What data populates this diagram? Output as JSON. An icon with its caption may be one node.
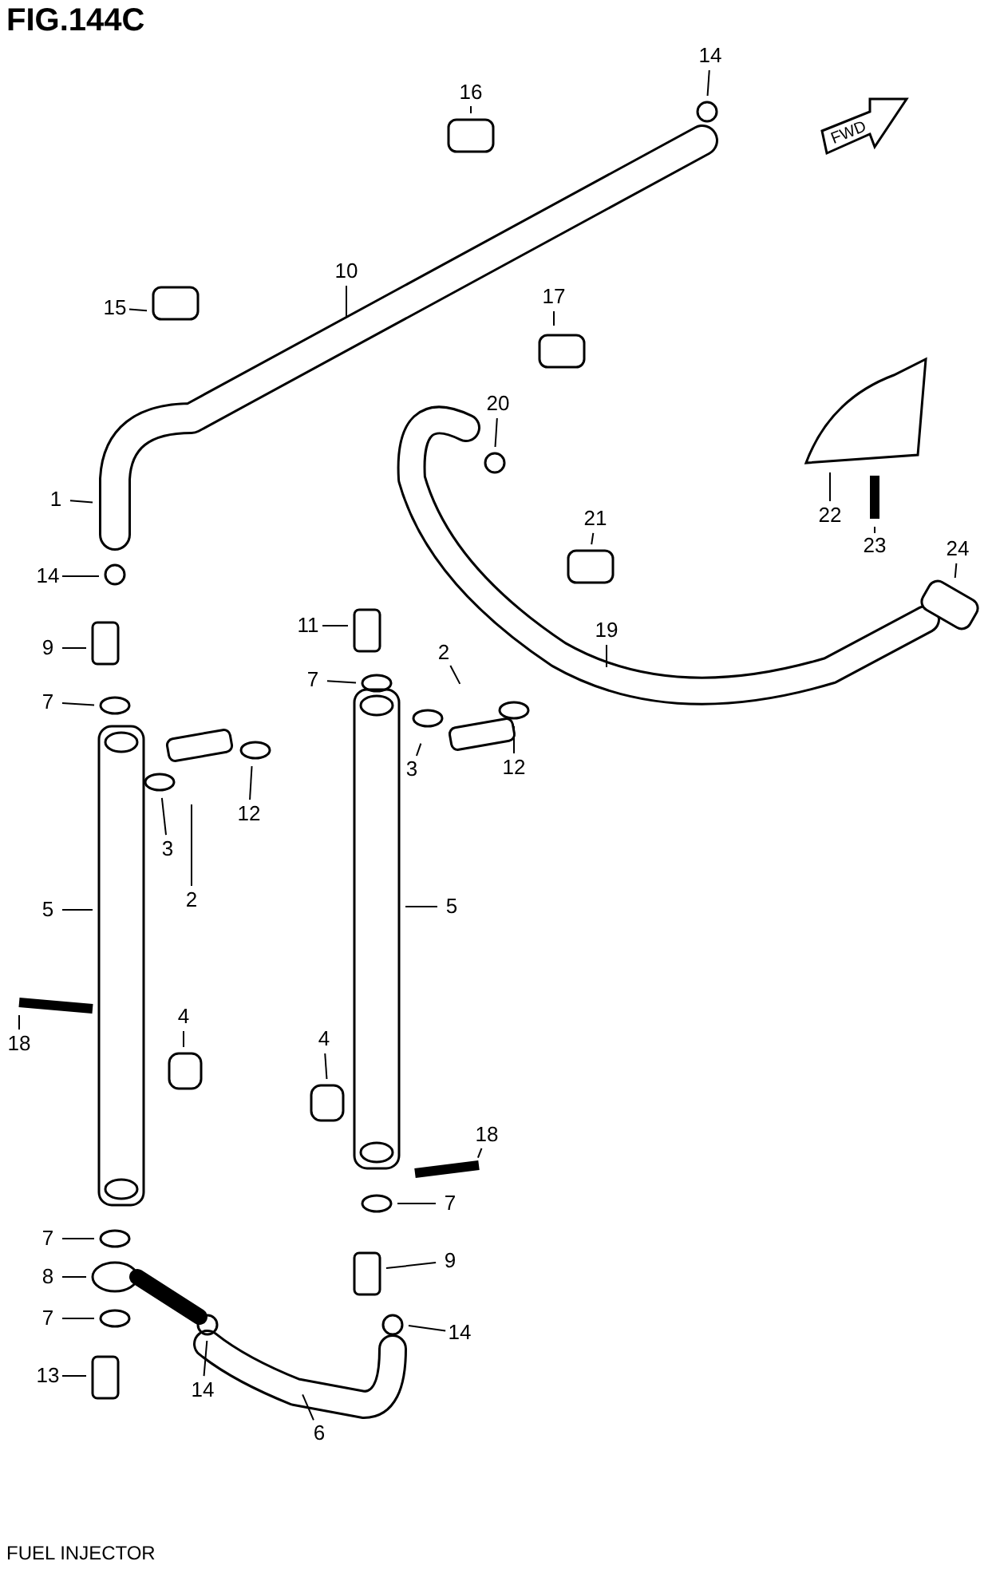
{
  "diagram": {
    "title": "FIG.144C",
    "caption": "FUEL INJECTOR",
    "nodes": [
      {
        "text": [
          "14"
        ]
      },
      {
        "text": [
          "16"
        ]
      },
      {
        "text": [
          "10"
        ]
      },
      {
        "text": [
          "15"
        ]
      },
      {
        "text": [
          "17"
        ]
      },
      {
        "text": [
          "20"
        ]
      },
      {
        "text": [
          "1"
        ]
      },
      {
        "text": [
          "22"
        ]
      },
      {
        "text": [
          "21"
        ]
      },
      {
        "text": [
          "23"
        ]
      },
      {
        "text": [
          "24"
        ]
      },
      {
        "text": [
          "14"
        ]
      },
      {
        "text": [
          "11"
        ]
      },
      {
        "text": [
          "19"
        ]
      },
      {
        "text": [
          "9"
        ]
      },
      {
        "text": [
          "2"
        ]
      },
      {
        "text": [
          "7"
        ]
      },
      {
        "text": [
          "7"
        ]
      },
      {
        "text": [
          "3"
        ]
      },
      {
        "text": [
          "12"
        ]
      },
      {
        "text": [
          "12"
        ]
      },
      {
        "text": [
          "3"
        ]
      },
      {
        "text": [
          "2"
        ]
      },
      {
        "text": [
          "5"
        ]
      },
      {
        "text": [
          "5"
        ]
      },
      {
        "text": [
          "4"
        ]
      },
      {
        "text": [
          "18"
        ]
      },
      {
        "text": [
          "4"
        ]
      },
      {
        "text": [
          "18"
        ]
      },
      {
        "text": [
          "7"
        ]
      },
      {
        "text": [
          "7"
        ]
      },
      {
        "text": [
          "9"
        ]
      },
      {
        "text": [
          "8"
        ]
      },
      {
        "text": [
          "7"
        ]
      },
      {
        "text": [
          "14"
        ]
      },
      {
        "text": [
          "13"
        ]
      },
      {
        "text": [
          "14"
        ]
      },
      {
        "text": [
          "6"
        ]
      }
    ],
    "edges": [
      {
        "from": 0,
        "to": null,
        "arrow": "none"
      },
      {
        "from": 1,
        "to": null,
        "arrow": "none"
      },
      {
        "from": 2,
        "to": null,
        "arrow": "none"
      },
      {
        "from": 3,
        "to": null,
        "arrow": "none"
      },
      {
        "from": 4,
        "to": null,
        "arrow": "none"
      },
      {
        "from": 5,
        "to": null,
        "arrow": "none"
      },
      {
        "from": 6,
        "to": null,
        "arrow": "none"
      },
      {
        "from": 7,
        "to": null,
        "arrow": "none"
      },
      {
        "from": 8,
        "to": null,
        "arrow": "none"
      },
      {
        "from": 9,
        "to": null,
        "arrow": "none"
      },
      {
        "from": 10,
        "to": null,
        "arrow": "none"
      },
      {
        "from": 11,
        "to": null,
        "arrow": "none"
      },
      {
        "from": 12,
        "to": null,
        "arrow": "none"
      },
      {
        "from": 13,
        "to": null,
        "arrow": "none"
      },
      {
        "from": 14,
        "to": null,
        "arrow": "none"
      },
      {
        "from": 15,
        "to": null,
        "arrow": "none"
      },
      {
        "from": 16,
        "to": null,
        "arrow": "none"
      },
      {
        "from": 17,
        "to": null,
        "arrow": "none"
      },
      {
        "from": 18,
        "to": null,
        "arrow": "none"
      },
      {
        "from": 19,
        "to": null,
        "arrow": "none"
      },
      {
        "from": 20,
        "to": null,
        "arrow": "none"
      },
      {
        "from": 21,
        "to": null,
        "arrow": "none"
      },
      {
        "from": 22,
        "to": null,
        "arrow": "none"
      },
      {
        "from": 23,
        "to": null,
        "arrow": "none"
      },
      {
        "from": 24,
        "to": null,
        "arrow": "none"
      },
      {
        "from": 25,
        "to": null,
        "arrow": "none"
      },
      {
        "from": 26,
        "to": null,
        "arrow": "none"
      },
      {
        "from": 27,
        "to": null,
        "arrow": "none"
      },
      {
        "from": 28,
        "to": null,
        "arrow": "none"
      },
      {
        "from": 29,
        "to": null,
        "arrow": "none"
      },
      {
        "from": 30,
        "to": null,
        "arrow": "none"
      },
      {
        "from": 31,
        "to": null,
        "arrow": "none"
      },
      {
        "from": 32,
        "to": null,
        "arrow": "none"
      },
      {
        "from": 33,
        "to": null,
        "arrow": "none"
      },
      {
        "from": 34,
        "to": null,
        "arrow": "none"
      },
      {
        "from": 35,
        "to": null,
        "arrow": "none"
      },
      {
        "from": 36,
        "to": null,
        "arrow": "none"
      },
      {
        "from": 37,
        "to": null,
        "arrow": "none"
      }
    ],
    "labels": [
      "FWD"
    ]
  }
}
